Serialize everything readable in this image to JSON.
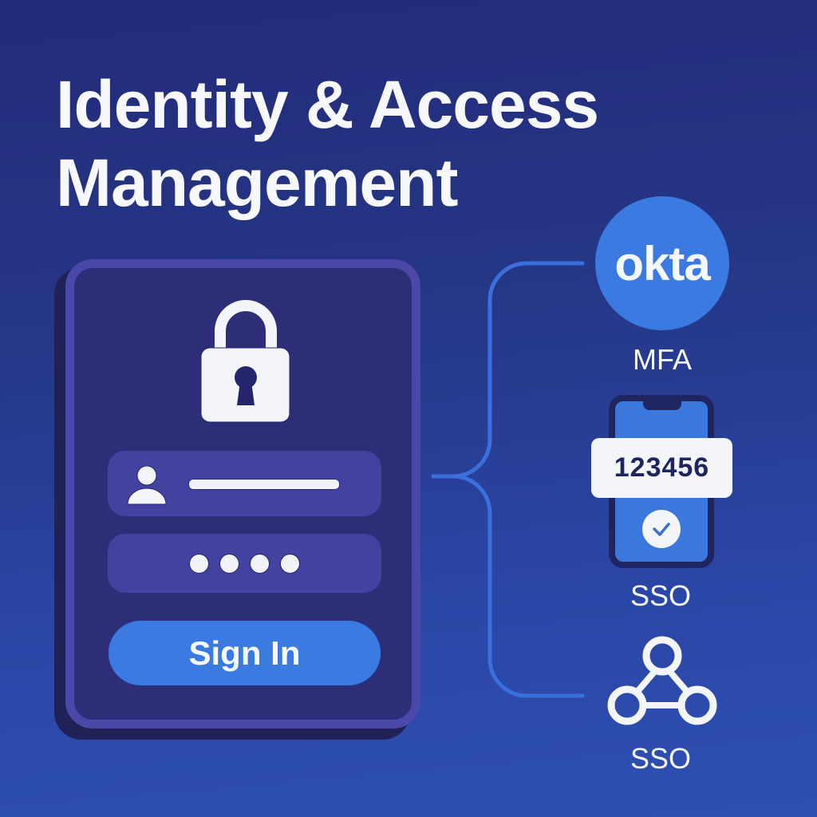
{
  "title": {
    "line1": "Identity & Access",
    "line2": "Management"
  },
  "login_card": {
    "icon": "lock-icon",
    "username_field": {
      "icon": "user-icon",
      "value_placeholder_bar": ""
    },
    "password_field": {
      "masked_dots": 4
    },
    "sign_in_label": "Sign In"
  },
  "features": [
    {
      "logo_text": "okta",
      "label": "MFA",
      "icon": "okta-logo"
    },
    {
      "otp_code": "123456",
      "label": "SSO",
      "icon": "phone-otp-check-icon"
    },
    {
      "label": "SSO",
      "icon": "network-nodes-icon"
    }
  ],
  "colors": {
    "bg_top": "#222b7a",
    "bg_bottom": "#2e50b3",
    "card_fill": "#2e2e78",
    "card_border": "#4b48aa",
    "field_fill": "#4442a0",
    "accent_blue": "#3b7ae0",
    "dark_navy": "#1f2560",
    "white": "#f4f5f9"
  }
}
